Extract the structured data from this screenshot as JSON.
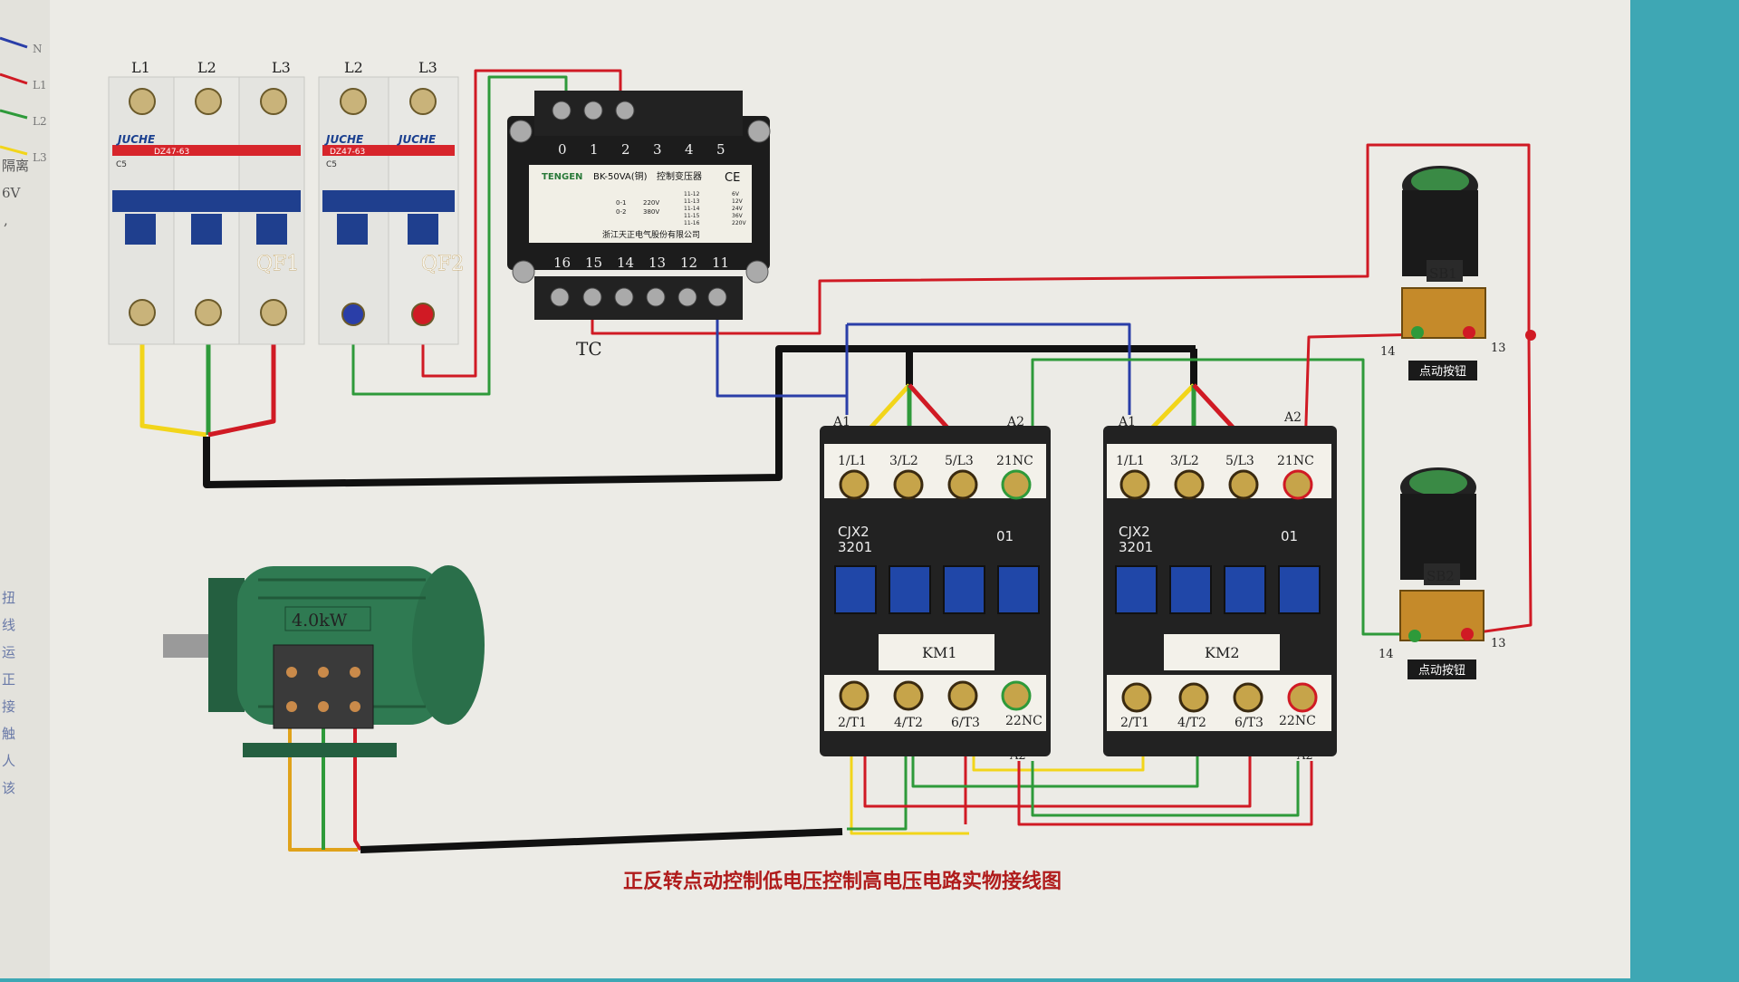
{
  "diagram": {
    "caption": "正反转点动控制低电压控制高电压电路实物接线图",
    "legend_side_glyphs": [
      "N",
      "L1",
      "L2",
      "L3"
    ],
    "side_text_fragments": [
      "隔离",
      "6V",
      ",",
      "扭",
      "线",
      "运",
      "正",
      "接",
      "触",
      "人",
      "该"
    ],
    "breaker_qf1": {
      "label": "QF1",
      "brand": "JUCHE",
      "model": "DZ47-63",
      "rating": "C5",
      "terminals_top": [
        "L1",
        "L2",
        "L3"
      ]
    },
    "breaker_qf2": {
      "label": "QF2",
      "brand": "JUCHE",
      "model": "DZ47-63",
      "rating": "C5",
      "terminals_top": [
        "L2",
        "L3"
      ]
    },
    "transformer": {
      "label": "TC",
      "brand": "TENGEN",
      "model": "BK-50VA(铜)",
      "type": "控制变压器",
      "ce": "CE",
      "maker": "浙江天正电气股份有限公司",
      "input_codes": [
        "0-1",
        "0-2"
      ],
      "input_volts": [
        "220V",
        "380V"
      ],
      "output_codes": [
        "11-12",
        "11-13",
        "11-14",
        "11-15",
        "11-16"
      ],
      "output_volts": [
        "6V",
        "12V",
        "24V",
        "36V",
        "220V"
      ],
      "top_terminals": [
        "0",
        "1",
        "2",
        "3",
        "4",
        "5"
      ],
      "bottom_terminals": [
        "16",
        "15",
        "14",
        "13",
        "12",
        "11"
      ]
    },
    "contactor_km1": {
      "label": "KM1",
      "model": "CJX2\n3201",
      "model_lines": [
        "CJX2",
        "3201"
      ],
      "aux": "01",
      "top_terms": [
        "1/L1",
        "3/L2",
        "5/L3",
        "21NC"
      ],
      "bottom_terms": [
        "2/T1",
        "4/T2",
        "6/T3",
        "22NC"
      ],
      "coil_a1": "A1",
      "coil_a2": "A2"
    },
    "contactor_km2": {
      "label": "KM2",
      "model_lines": [
        "CJX2",
        "3201"
      ],
      "aux": "01",
      "top_terms": [
        "1/L1",
        "3/L2",
        "5/L3",
        "21NC"
      ],
      "bottom_terms": [
        "2/T1",
        "4/T2",
        "6/T3",
        "22NC"
      ],
      "coil_a1": "A1",
      "coil_a2": "A2"
    },
    "button_sb1": {
      "label": "SB1",
      "caption": "点动按钮",
      "term_left": "14",
      "term_right": "13"
    },
    "button_sb2": {
      "label": "SB2",
      "caption": "点动按钮",
      "term_left": "14",
      "term_right": "13"
    },
    "motor": {
      "power": "4.0kW"
    },
    "colors": {
      "l1_yellow": "#f2d51a",
      "l2_green": "#2e9a3a",
      "l3_red": "#d01a24",
      "neutral_blue": "#2a3ea8",
      "ground_black": "#111111",
      "paper": "#ecebe6",
      "motor_green": "#2f7a52"
    }
  }
}
